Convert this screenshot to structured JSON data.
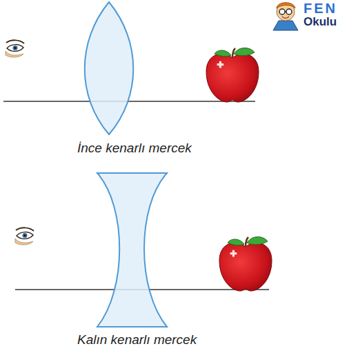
{
  "diagram": {
    "labels": [
      "FEN",
      "Okulu",
      "İnce kenarlı mercek",
      "Kalın kenarlı mercek"
    ]
  }
}
